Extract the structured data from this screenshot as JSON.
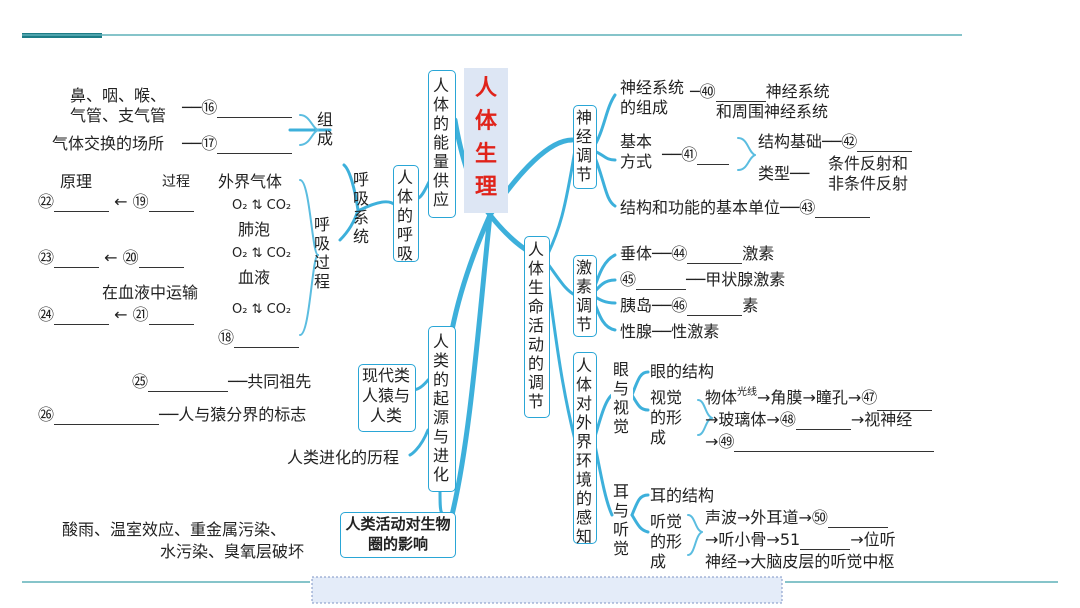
{
  "center": {
    "title": "人体生理"
  },
  "left": {
    "energy_box": "人体的能量供应",
    "resp_box": "人体的呼吸",
    "resp_system": "呼吸系统",
    "composition": "组成",
    "resp_process": "呼吸过程",
    "nose": "鼻、咽、喉、",
    "trachea": "气管、支气管",
    "n16": "⑯",
    "gas_site": "气体交换的场所",
    "n17": "⑰",
    "principle": "原理",
    "process": "过程",
    "n22": "㉒",
    "n19": "⑲",
    "n23": "㉓",
    "n20": "⑳",
    "n24": "㉔",
    "n21": "㉑",
    "n18": "⑱",
    "outer_air": "外界气体",
    "alveoli": "肺泡",
    "blood": "血液",
    "o2": "O₂",
    "co2": "CO₂",
    "transport": "在血液中运输",
    "origin_box": "人类的起源与进化",
    "common_box": "现代类人猿与人类",
    "n25": "㉕",
    "common_ancestor": "共同祖先",
    "n26": "㉖",
    "ape_boundary": "人与猿分界的标志",
    "evolution": "人类进化的历程",
    "impact_box": "人类活动对生物圈的影响",
    "pollution1": "酸雨、温室效应、重金属污染、",
    "pollution2": "水污染、臭氧层破坏"
  },
  "right": {
    "life_box": "人体生命活动的调节",
    "nerve_box": "神经调节",
    "nerve_comp1": "神经系统",
    "nerve_comp2": "的组成",
    "n40": "㊵",
    "nerve_sys": "神经系统",
    "peripheral": "和周围神经系统",
    "basic1": "基本",
    "basic2": "方式",
    "n41": "㊶",
    "struct_basis": "结构基础",
    "n42": "㊷",
    "type": "类型",
    "reflex1": "条件反射和",
    "reflex2": "非条件反射",
    "unit": "结构和功能的基本单位",
    "n43": "㊸",
    "hormone_box": "激素调节",
    "pituitary": "垂体",
    "n44": "㊹",
    "hormone": "激素",
    "n45": "㊺",
    "thyroid": "甲状腺激素",
    "pancreas": "胰岛",
    "n46": "㊻",
    "su": "素",
    "gonad": "性腺",
    "sex_hormone": "性激素",
    "sense_box": "人体对外界环境的感知",
    "eye_box": "眼与视觉",
    "eye_struct": "眼的结构",
    "vision": "视觉的形成",
    "object": "物体",
    "light": "光线",
    "cornea": "角膜",
    "pupil": "瞳孔",
    "n47": "㊼",
    "vitreous": "玻璃体",
    "n48": "㊽",
    "optic": "视神经",
    "n49": "㊾",
    "ear_box": "耳与听觉",
    "ear_struct": "耳的结构",
    "hearing": "听觉的形成",
    "sound": "声波",
    "canal": "外耳道",
    "n50": "㊿",
    "ossicle": "听小骨",
    "n51": "51",
    "vestibule": "位听",
    "cortex": "神经→大脑皮层的听觉中枢"
  }
}
